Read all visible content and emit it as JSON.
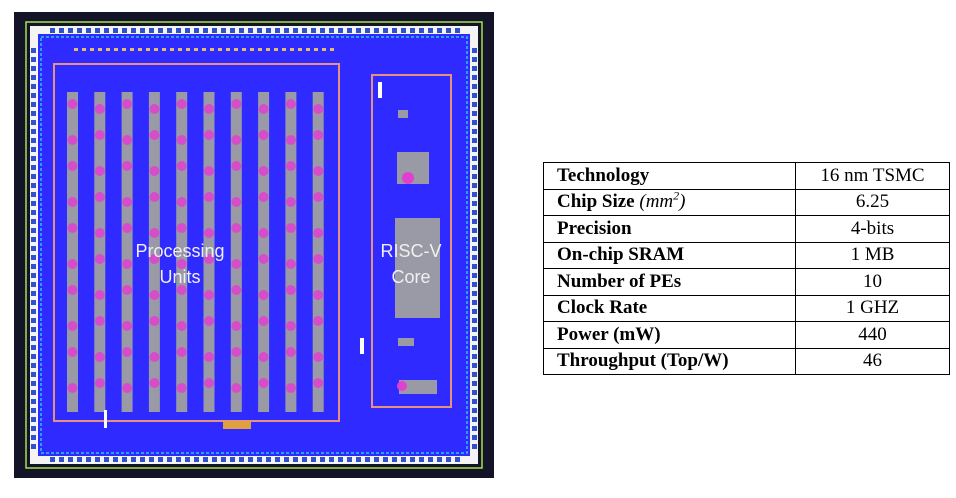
{
  "chip": {
    "processing_label_line1": "Processing",
    "processing_label_line2": "Units",
    "risc_label_line1": "RISC-V",
    "risc_label_line2": "Core",
    "colors": {
      "frame": "#141428",
      "pad_ring": "#f4f4f4",
      "die": "#2f2aff",
      "core_border": "#e69080",
      "pe_column": "#9a9aa6",
      "hotspot": "#e040d0",
      "power_ring": "#28c8f0",
      "accent_green": "#a6e050"
    }
  },
  "table": {
    "rows": [
      {
        "key": "Technology",
        "value": "16 nm TSMC"
      },
      {
        "key": "Chip Size",
        "unit_pre": "(",
        "unit_it": "mm",
        "unit_sup": "2",
        "unit_post": ")",
        "value": "6.25"
      },
      {
        "key": "Precision",
        "value": "4-bits"
      },
      {
        "key": "On-chip SRAM",
        "value": "1 MB"
      },
      {
        "key": "Number of PEs",
        "value": "10"
      },
      {
        "key": "Clock Rate",
        "value": "1 GHZ"
      },
      {
        "key": "Power (mW)",
        "value": "440"
      },
      {
        "key": "Throughput (Top/W)",
        "value": "46"
      }
    ]
  }
}
